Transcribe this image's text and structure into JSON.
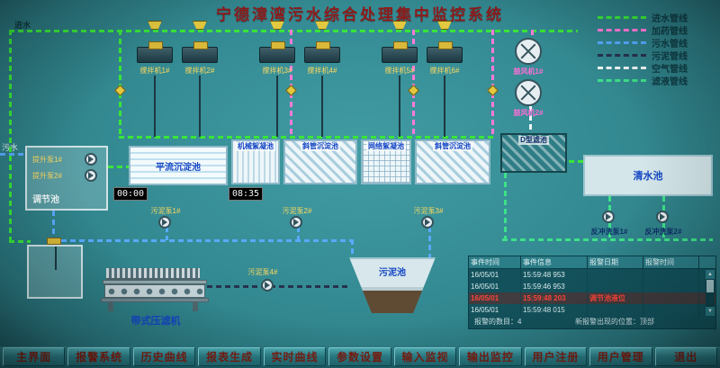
{
  "title": "宁德漳湾污水综合处理集中监控系统",
  "labels": {
    "inlet_top": "进水",
    "sewage_in": "污水"
  },
  "colors": {
    "background": "#338890",
    "inlet_pipe": "#39e639",
    "dosing_pipe": "#ff7ad9",
    "sewage_pipe": "#57aaff",
    "sludge_pipe": "#26324d",
    "air_pipe": "#eef6f6",
    "filtrate_pipe": "#3ee089",
    "alarm_red": "#ff4438",
    "button_text": "#7c1d12"
  },
  "legend": [
    {
      "name": "进水管线"
    },
    {
      "name": "加药管线"
    },
    {
      "name": "污水管线"
    },
    {
      "name": "污泥管线"
    },
    {
      "name": "空气管线"
    },
    {
      "name": "滤液管线"
    }
  ],
  "mixers": [
    {
      "label": "搅拌机1#"
    },
    {
      "label": "搅拌机2#"
    },
    {
      "label": "搅拌机3#"
    },
    {
      "label": "搅拌机4#"
    },
    {
      "label": "搅拌机5#"
    },
    {
      "label": "搅拌机6#"
    }
  ],
  "blowers": [
    {
      "label": "鼓风机1#"
    },
    {
      "label": "鼓风机2#"
    }
  ],
  "tanks": {
    "regulating": "调节池",
    "horizontal_sed": "平流沉淀池",
    "mech_floc": "机械絮凝池",
    "inclined_sed_1": "斜管沉淀池",
    "grid_floc": "网络絮凝池",
    "inclined_sed_2": "斜管沉淀池",
    "d_filter": "D型滤池",
    "clear_water": "清水池",
    "sludge": "污泥池",
    "belt_press": "带式压滤机"
  },
  "pumps": {
    "lift1": "提升泵1#",
    "lift2": "提升泵2#",
    "sludge1": "污泥泵1#",
    "sludge2": "污泥泵2#",
    "sludge3": "污泥泵3#",
    "sludge4": "污泥泵4#",
    "backwash1": "反冲洗泵1#",
    "backwash2": "反冲洗泵2#"
  },
  "timers": {
    "t1": "00:00",
    "t2": "08:35"
  },
  "alarm_panel": {
    "headers": [
      "事件时间",
      "事件信息",
      "报警日期",
      "报警时间"
    ],
    "rows": [
      {
        "date": "16/05/01",
        "time": "15:59:48 953",
        "info": "",
        "extra": ""
      },
      {
        "date": "16/05/01",
        "time": "15:59:46 953",
        "info": "",
        "extra": ""
      },
      {
        "date": "16/05/01",
        "time": "15:59:48 203",
        "info": "调节池液位",
        "extra": ""
      },
      {
        "date": "16/05/01",
        "time": "15:59:48 015",
        "info": "",
        "extra": ""
      }
    ],
    "count_note": "报警的数目：4",
    "position_note": "新报警出现的位置：顶部"
  },
  "menu": [
    "主界面",
    "报警系统",
    "历史曲线",
    "报表生成",
    "实时曲线",
    "参数设置",
    "输入监视",
    "输出监控",
    "用户注册",
    "用户管理",
    "退出"
  ]
}
